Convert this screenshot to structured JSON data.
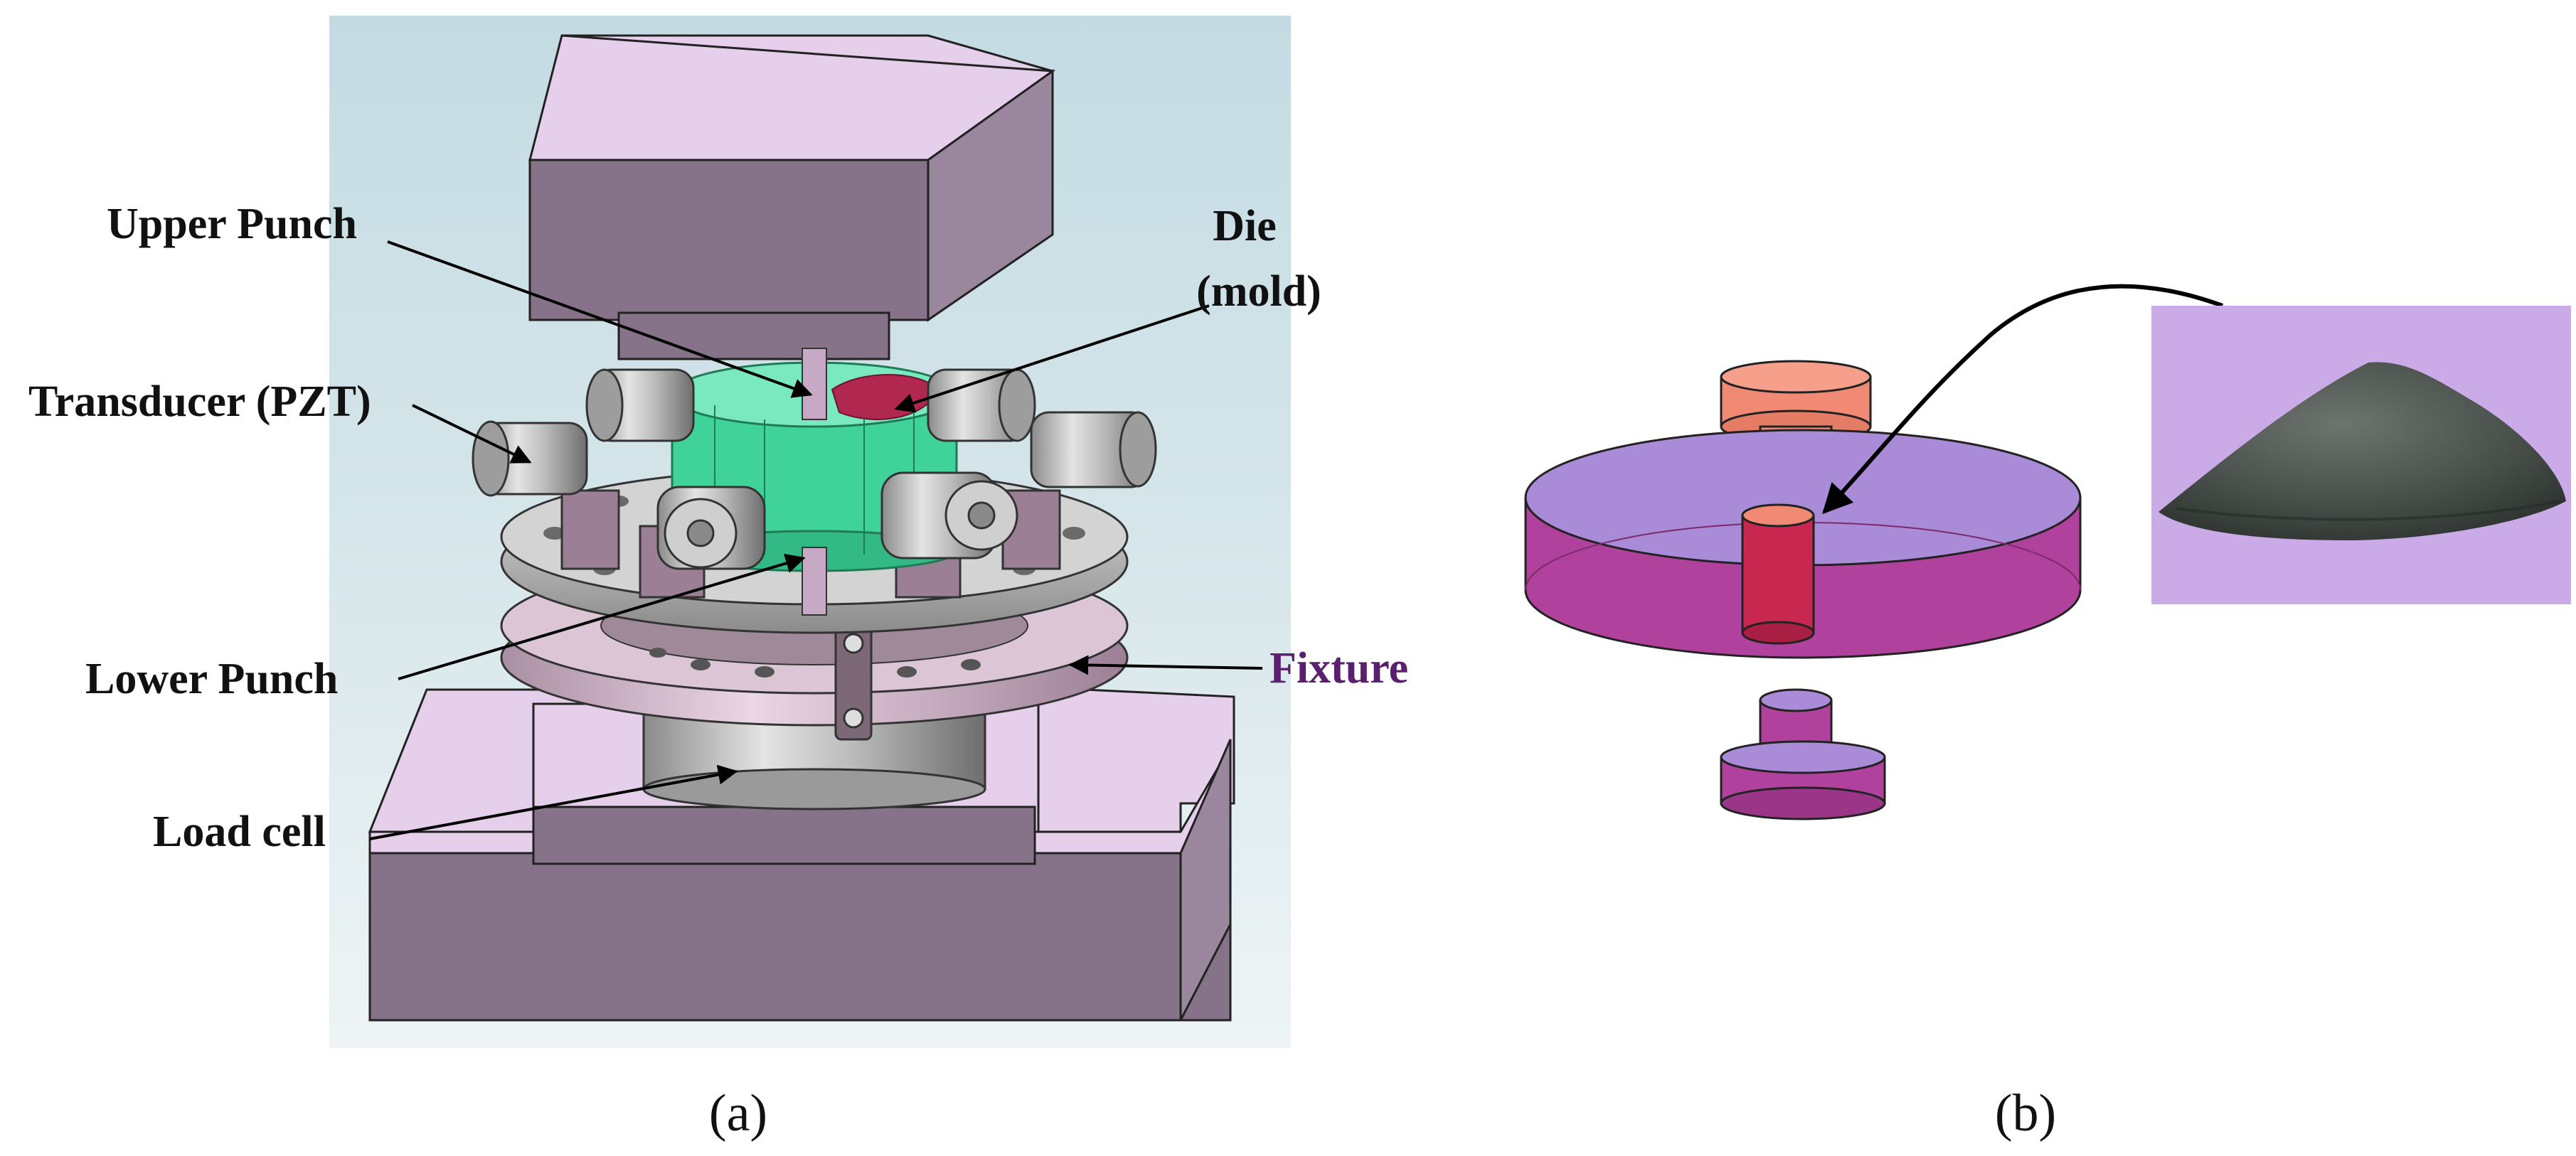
{
  "panel_a": {
    "labels": {
      "upper_punch": "Upper Punch",
      "die_line1": "Die",
      "die_line2": "(mold)",
      "transducer": "Transducer (PZT)",
      "lower_punch": "Lower Punch",
      "fixture": "Fixture",
      "load_cell": "Load cell"
    },
    "caption": "(a)"
  },
  "panel_b": {
    "caption": "(b)"
  },
  "colors": {
    "press_block": "#86738a",
    "press_top_face": "#e6cfea",
    "die_green": "#3fd39a",
    "fixture_label": "#5a1f6e",
    "punch_orange": "#f08a74",
    "die_violet": "#a98bd8",
    "die_magenta": "#b0419c",
    "powder_cavity": "#c8284f",
    "powder_bg": "#cbaae8"
  }
}
